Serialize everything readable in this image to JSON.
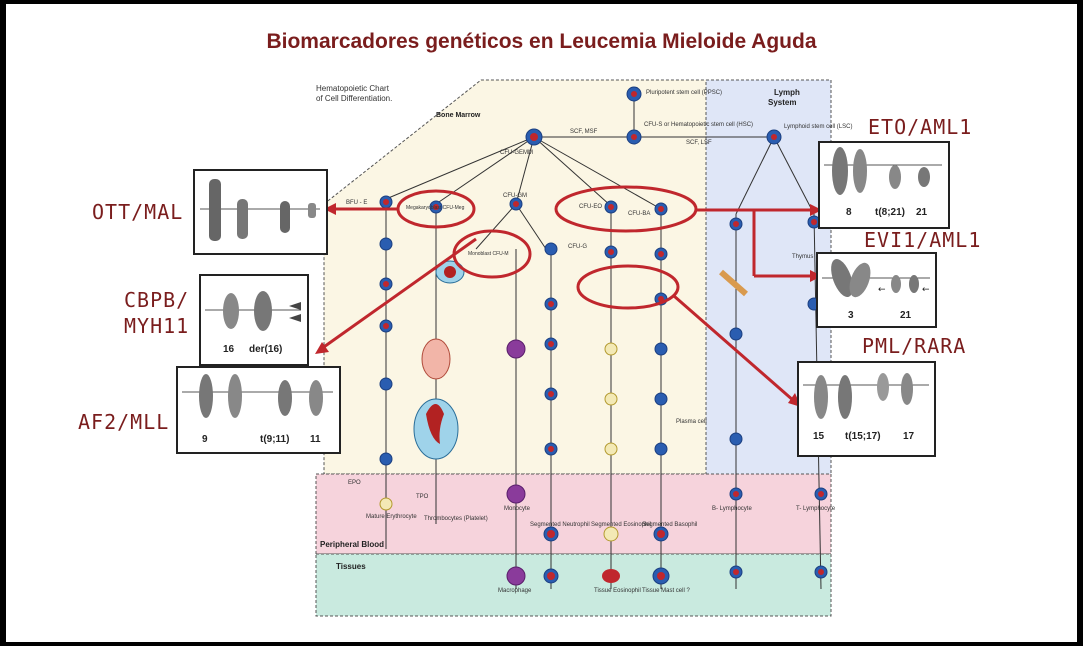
{
  "title": "Biomarcadores genéticos en Leucemia Mieloide Aguda",
  "chart": {
    "heading_line1": "Hematopoietic Chart",
    "heading_line2": "of Cell Differentiation.",
    "bone_marrow": "Bone Marrow",
    "lymph_system_line1": "Lymph",
    "lymph_system_line2": "System",
    "peripheral_blood": "Peripheral Blood",
    "tissues": "Tissues",
    "pluripotent": "Pluripotent stem cell (PPSC)",
    "cfu_gemm": "CFU-GEMM",
    "cfu_s": "CFU-S or Hematopoietic stem cell (HSC)",
    "lsc": "Lymphoid stem cell (LSC)",
    "scf_msf": "SCF, MSF",
    "scf_lsf": "SCF, LSF",
    "cfu_eo": "CFU-EO",
    "cfu_ba": "CFU-BA",
    "cfu_gm": "CFU-GM",
    "cfu_g": "CFU-G",
    "cfu_m": "CFU-M",
    "bfu_e": "BFU - E",
    "mega_cfu": "Megakaryoblast CFU-Meg",
    "monoblast": "Monoblast CFU-M",
    "mature_erythrocyte": "Mature Erythrocyte",
    "thrombocytes": "Thrombocytes (Platelet)",
    "monocyte": "Monocyte",
    "seg_neutrophil": "Segmented Neutrophil",
    "seg_eosinophil": "Segmented Eosinophil",
    "seg_basophil": "Segmented Basophil",
    "b_lymphocyte": "B- Lymphocyte",
    "t_lymphocyte": "T- Lymphocyte",
    "macrophage": "Macrophage",
    "tissue_eos": "Tissue Eosinophil",
    "mast_cell": "Tissue Mast cell ?",
    "plasma_cell": "Plasma cell",
    "thymus": "Thymus",
    "epo": "EPO",
    "tpo": "TPO"
  },
  "labels": {
    "ott_mal": "OTT/MAL",
    "cbpb": "CBPB/",
    "myh11": "MYH11",
    "af2_mll": "AF2/MLL",
    "eto_aml1": "ETO/AML1",
    "evi1_aml1": "EVI1/AML1",
    "pml_rara": "PML/RARA"
  },
  "karyotypes": {
    "cbpb": [
      "16",
      "der(16)"
    ],
    "af2": [
      "9",
      "t(9;11)",
      "11"
    ],
    "eto": [
      "8",
      "t(8;21)",
      "21"
    ],
    "evi1": [
      "3",
      "21"
    ],
    "pml": [
      "15",
      "t(15;17)",
      "17"
    ]
  },
  "colors": {
    "title": "#7a1d1d",
    "arrow": "#c0272d",
    "bone_marrow_bg": "#fbf6e4",
    "lymph_bg": "#dfe6f7",
    "peripheral_bg": "#f6d3dc",
    "tissue_bg": "#c9eadf",
    "cell_blue": "#2a5db0",
    "nucleus_red": "#c0272d"
  }
}
